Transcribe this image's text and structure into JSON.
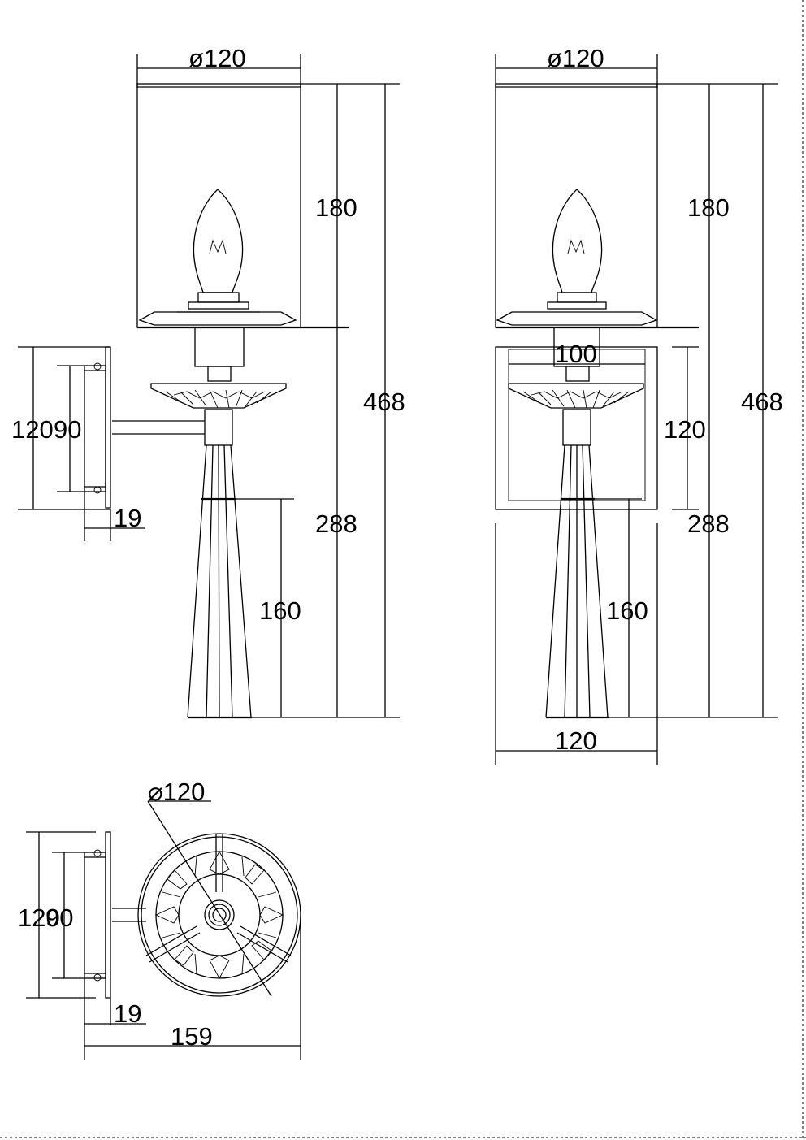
{
  "drawing": {
    "front_view": {
      "shade_diameter": "ø120",
      "shade_height": "180",
      "total_height": "468",
      "lower_height": "288",
      "base_height": "160",
      "bulb_mark": "M"
    },
    "side_view": {
      "backplate_height": "120",
      "backplate_inner": "90",
      "depth": "19"
    },
    "rear_view": {
      "shade_diameter": "ø120",
      "shade_height": "180",
      "total_height": "468",
      "lower_height": "288",
      "base_height": "160",
      "inner_width": "100",
      "backplate_height": "120",
      "width": "120",
      "bulb_mark": "M"
    },
    "top_view": {
      "diameter": "⌀120",
      "backplate_height": "120",
      "backplate_inner": "90",
      "depth": "19",
      "projection": "159"
    }
  }
}
